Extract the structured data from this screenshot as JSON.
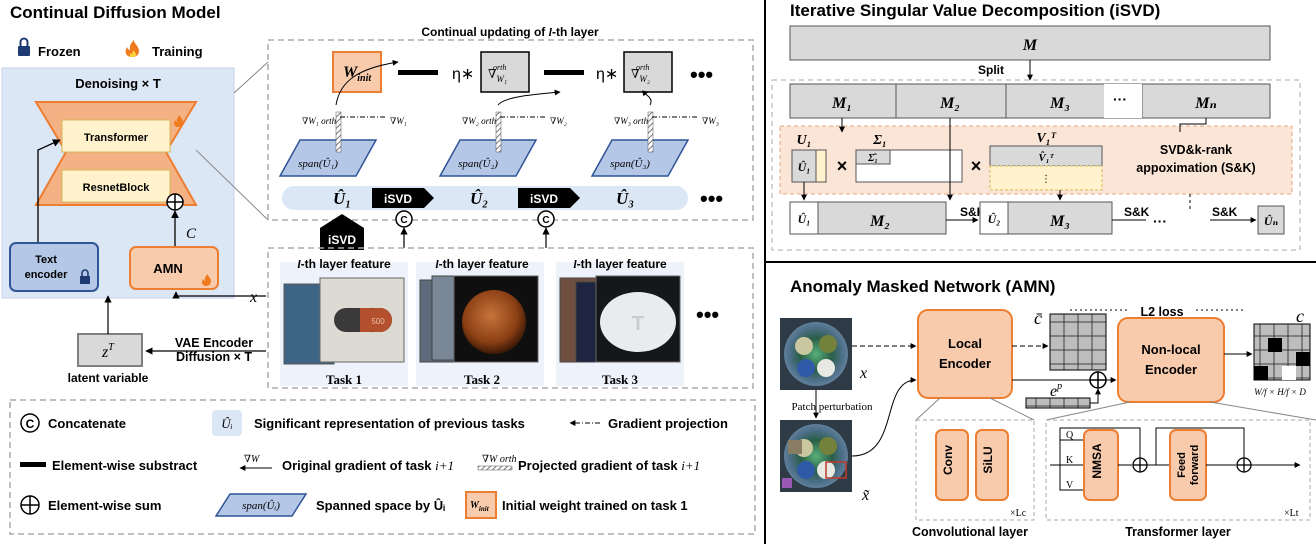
{
  "left": {
    "title": "Continual Diffusion Model",
    "legend_top": {
      "frozen": "Frozen",
      "training": "Training"
    },
    "denoise": {
      "title": "Denoising × T",
      "transformer": "Transformer",
      "resnet": "ResnetBlock",
      "text_encoder_1": "Text",
      "text_encoder_2": "encoder",
      "amn": "AMN",
      "c": "C"
    },
    "continual": {
      "title": "Continual updating of l-th layer",
      "w_init": "W",
      "w_init_sub": "init",
      "eta": "η∗",
      "grad": "∇",
      "grad_sup": "orth",
      "dots": "•••"
    },
    "grads": [
      {
        "orth": "∇W₁ orth",
        "orig": "∇W₁"
      },
      {
        "orth": "∇W₂ orth",
        "orig": "∇W₂"
      },
      {
        "orth": "∇W₃ orth",
        "orig": "∇W₃"
      }
    ],
    "spans": [
      "span(Û₁)",
      "span(Û₂)",
      "span(Û₃)"
    ],
    "reps": [
      "Û₁",
      "Û₂",
      "Û₃"
    ],
    "isvd": "iSVD",
    "concat_symbol": "C",
    "tasks": [
      {
        "title": "l-th layer feature",
        "label": "Task 1",
        "pill": "500"
      },
      {
        "title": "l-th layer feature",
        "label": "Task 2"
      },
      {
        "title": "l-th layer feature",
        "label": "Task 3"
      }
    ],
    "x_symbol": "x",
    "vae": {
      "line1": "VAE Encoder",
      "line2": "Diffusion × T"
    },
    "latent": {
      "symbol": "z",
      "sup": "T",
      "label": "latent variable"
    },
    "legend": {
      "concatenate": "Concatenate",
      "ui": "Ûᵢ",
      "significant": "Significant representation of previous tasks",
      "gradient_projection": "Gradient projection",
      "subtract": "Element-wise substract",
      "original": "Original gradient of task i+1",
      "projected": "Projected gradient of task i+1",
      "sum": "Element-wise sum",
      "span_box": "span(Ûᵢ)",
      "spanned": "Spanned space by Ûᵢ",
      "initial": "Initial weight trained on task 1",
      "w_small": "W",
      "w_small_sub": "init"
    }
  },
  "isvd": {
    "title": "Iterative Singular Value Decomposition (iSVD)",
    "m": "M",
    "split": "Split",
    "m_parts": [
      "M₁",
      "M₂",
      "M₃",
      "···",
      "Mₙ"
    ],
    "u1": "U₁",
    "sigma1": "Σ₁",
    "v1t": "V₁ᵀ",
    "uhat1": "Û₁",
    "sigmahat1": "Σ̂₁",
    "vhat1t": "V̂₁ᵀ",
    "times": "×",
    "sk_1": "SVD&k-rank",
    "sk_2": "appoximation (S&K)",
    "bottom": {
      "u1": "Û₁",
      "m2": "M₂",
      "u2": "Û₂",
      "m3": "M₃",
      "sk": "S&K",
      "dots": "···",
      "un": "Ûₙ"
    }
  },
  "amn": {
    "title": "Anomaly Masked Network (AMN)",
    "x": "x",
    "x_tilde": "x̃",
    "patch": "Patch perturbation",
    "local": {
      "line1": "Local",
      "line2": "Encoder"
    },
    "nonlocal": {
      "line1": "Non-local",
      "line2": "Encoder"
    },
    "c_bar": "c̄",
    "c": "c",
    "l2": "L2 loss",
    "ep": "e",
    "ep_sup": "p",
    "dims": "W/f × H/f × D",
    "conv": "Conv",
    "silu": "SiLU",
    "lc": "×Lc",
    "q": "Q",
    "k": "K",
    "v": "V",
    "nmsa": "NMSA",
    "ff1": "Feed",
    "ff2": "forward",
    "lt": "×Lt",
    "conv_layer": "Convolutional layer",
    "transformer_layer": "Transformer layer"
  }
}
